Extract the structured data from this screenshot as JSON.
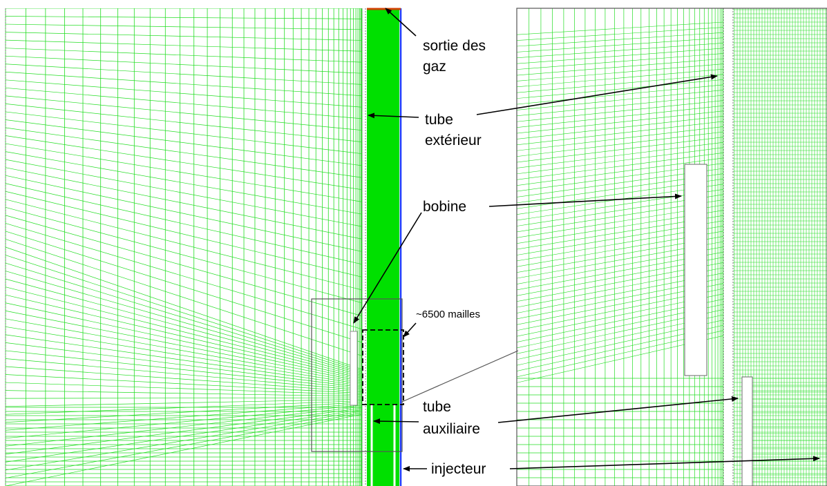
{
  "labels": {
    "sortie_line1": "sortie des",
    "sortie_line2": "gaz",
    "tube_ext_line1": "tube",
    "tube_ext_line2": "extérieur",
    "bobine": "bobine",
    "mailles": "~6500 mailles",
    "tube_aux_line1": "tube",
    "tube_aux_line2": "auxiliaire",
    "injecteur": "injecteur"
  },
  "colors": {
    "mesh": "#22dd22",
    "mesh_dense": "#00e000",
    "tube_blue": "#1a3cff",
    "outlet": "#d04000",
    "boundary": "#555555",
    "arrow": "#000000"
  }
}
